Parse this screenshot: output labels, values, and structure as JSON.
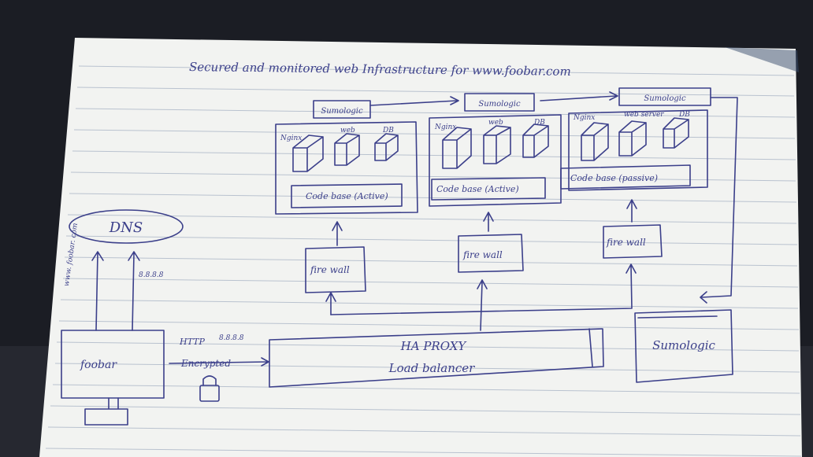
{
  "title": "Secured and monitored web Infrastructure for www.foobar.com",
  "dns": {
    "label": "DNS"
  },
  "request": {
    "domain": "www. foobar. com",
    "ip": "8.8.8.8"
  },
  "client": {
    "label": "foobar"
  },
  "transport": {
    "protocol": "HTTP",
    "ip": "8.8.8.8",
    "note": "Encrypted"
  },
  "load_balancer": {
    "line1": "HA PROXY",
    "line2": "Load balancer"
  },
  "servers": [
    {
      "monitor": "Sumologic",
      "components": [
        "Nginx",
        "web",
        "DB"
      ],
      "codebase": "Code base (Active)",
      "firewall": "fire wall"
    },
    {
      "monitor": "Sumologic",
      "components": [
        "Nginx",
        "web",
        "DB"
      ],
      "codebase": "Code base (Active)",
      "firewall": "fire wall"
    },
    {
      "monitor": "Sumologic",
      "components": [
        "Nginx",
        "web server",
        "DB"
      ],
      "codebase": "Code base (passive)",
      "firewall": "fire wall"
    }
  ],
  "collector": {
    "label": "Sumologic"
  },
  "colors": {
    "ink": "#3b3f8a",
    "paper": "#f2f3f1",
    "background": "#1b1d24"
  }
}
